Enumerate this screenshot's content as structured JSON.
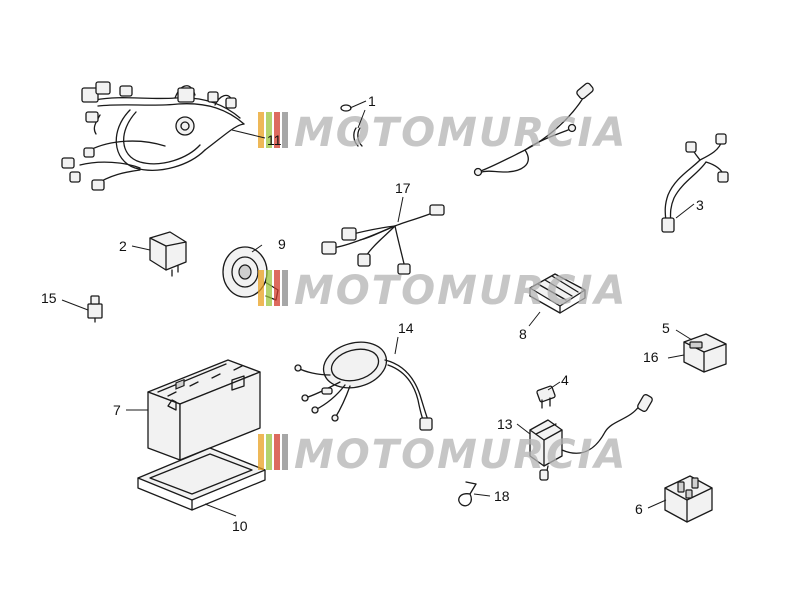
{
  "diagram": {
    "watermark": "MOTOMURCIA",
    "watermark_colors": [
      "#e8a020",
      "#9ac43c",
      "#d23a2a",
      "#8a8a8a"
    ],
    "parts": [
      {
        "ref": "1",
        "icon": "screw-clip-icon"
      },
      {
        "ref": "2",
        "icon": "relay-box-icon"
      },
      {
        "ref": "3",
        "icon": "small-harness-icon"
      },
      {
        "ref": "4",
        "icon": "fuse-icon"
      },
      {
        "ref": "5",
        "icon": "relay-icon"
      },
      {
        "ref": "6",
        "icon": "relay-socket-icon"
      },
      {
        "ref": "7",
        "icon": "battery-icon"
      },
      {
        "ref": "8",
        "icon": "voltage-regulator-icon"
      },
      {
        "ref": "9",
        "icon": "horn-icon"
      },
      {
        "ref": "10",
        "icon": "battery-tray-icon"
      },
      {
        "ref": "11",
        "icon": "main-wiring-harness-icon"
      },
      {
        "ref": "13",
        "icon": "cdi-unit-icon"
      },
      {
        "ref": "14",
        "icon": "headlight-harness-icon"
      },
      {
        "ref": "15",
        "icon": "switch-icon"
      },
      {
        "ref": "16",
        "icon": "relay-icon"
      },
      {
        "ref": "17",
        "icon": "connector-harness-icon"
      },
      {
        "ref": "18",
        "icon": "cable-clip-icon"
      }
    ]
  }
}
